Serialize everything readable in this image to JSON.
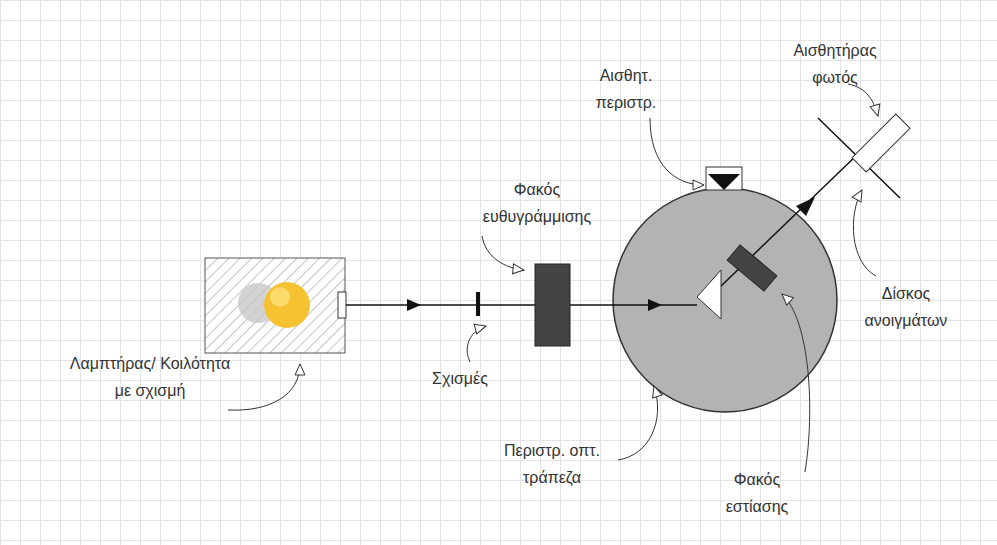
{
  "diagram": {
    "labels": [
      "Αισθητήρας φωτός",
      "Αισθητ. περιστρ.",
      "Φακός ευθυγράμμισης",
      "Δίσκος ανοιγμάτων",
      "Λαμπτήρας/ Κοιλότητα με σχισμή",
      "Σχισμές",
      "Περιστρ. οπτ. τράπεζα",
      "Φακός εστίασης"
    ]
  }
}
